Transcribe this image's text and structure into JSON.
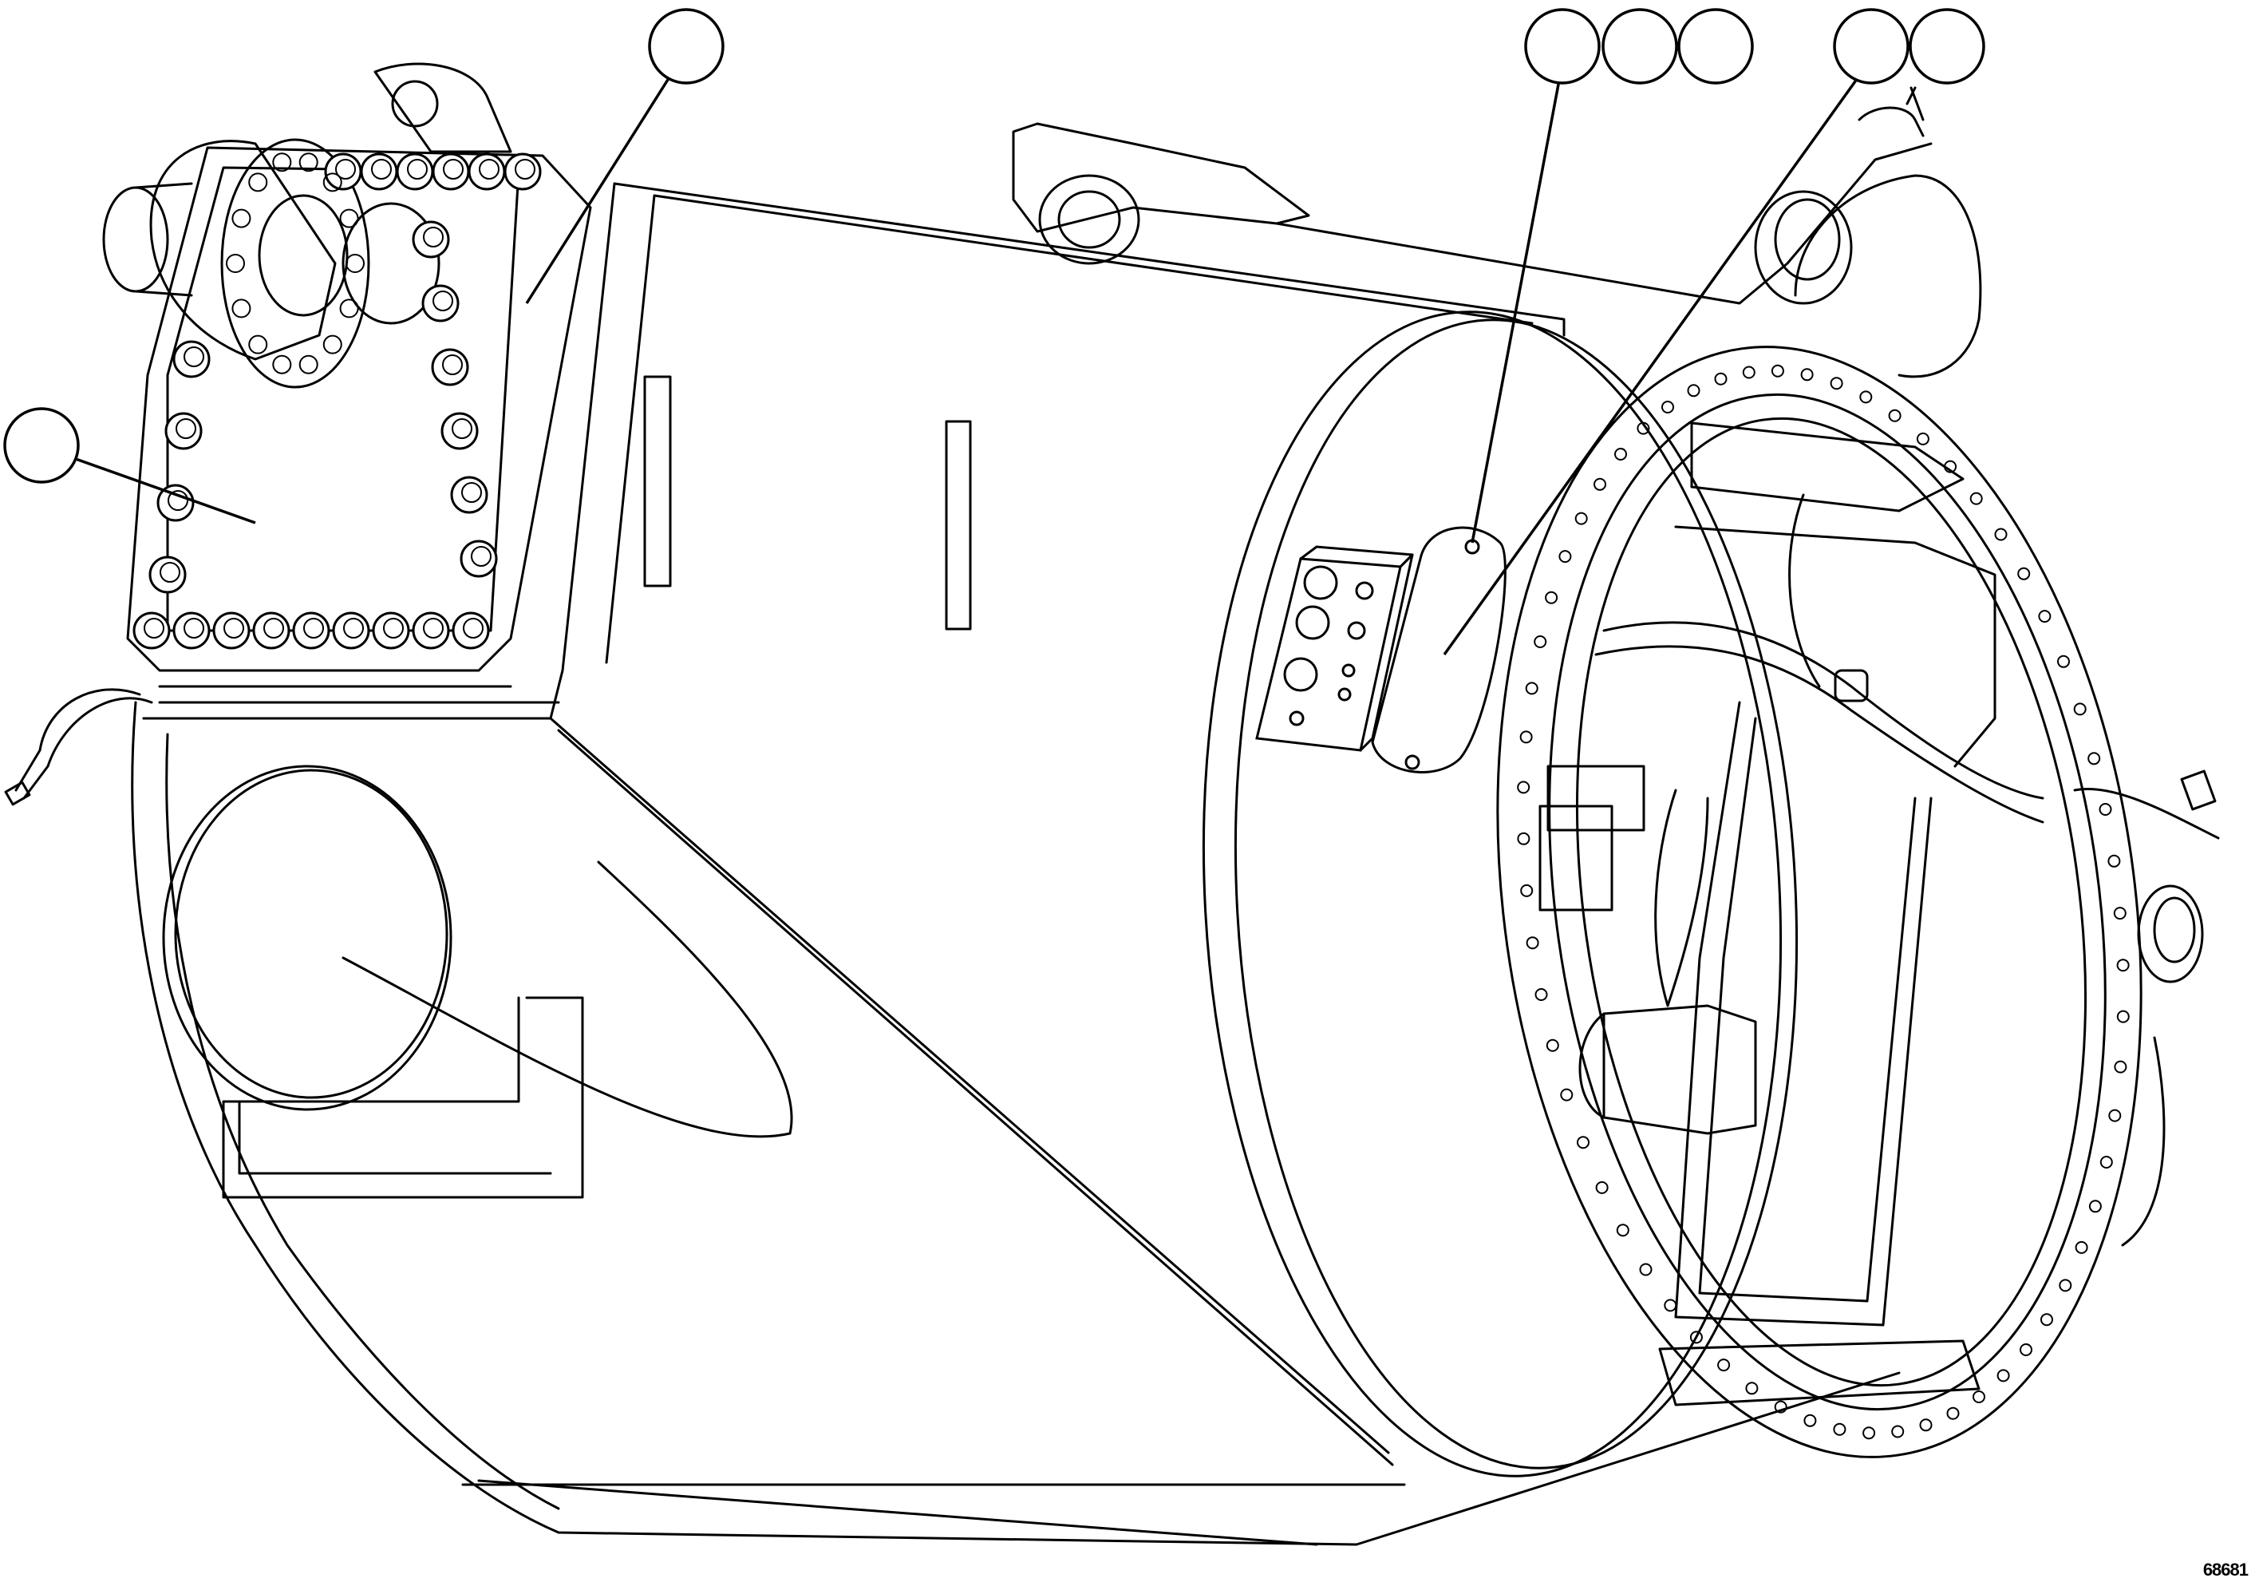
{
  "figure": {
    "drawing_number": "68681",
    "callouts": [
      {
        "id": "callout-1",
        "label": ""
      },
      {
        "id": "callout-2",
        "label": ""
      },
      {
        "id": "callout-3",
        "label": ""
      },
      {
        "id": "callout-4",
        "label": ""
      },
      {
        "id": "callout-5",
        "label": ""
      },
      {
        "id": "callout-6",
        "label": ""
      },
      {
        "id": "callout-7",
        "label": ""
      }
    ]
  }
}
